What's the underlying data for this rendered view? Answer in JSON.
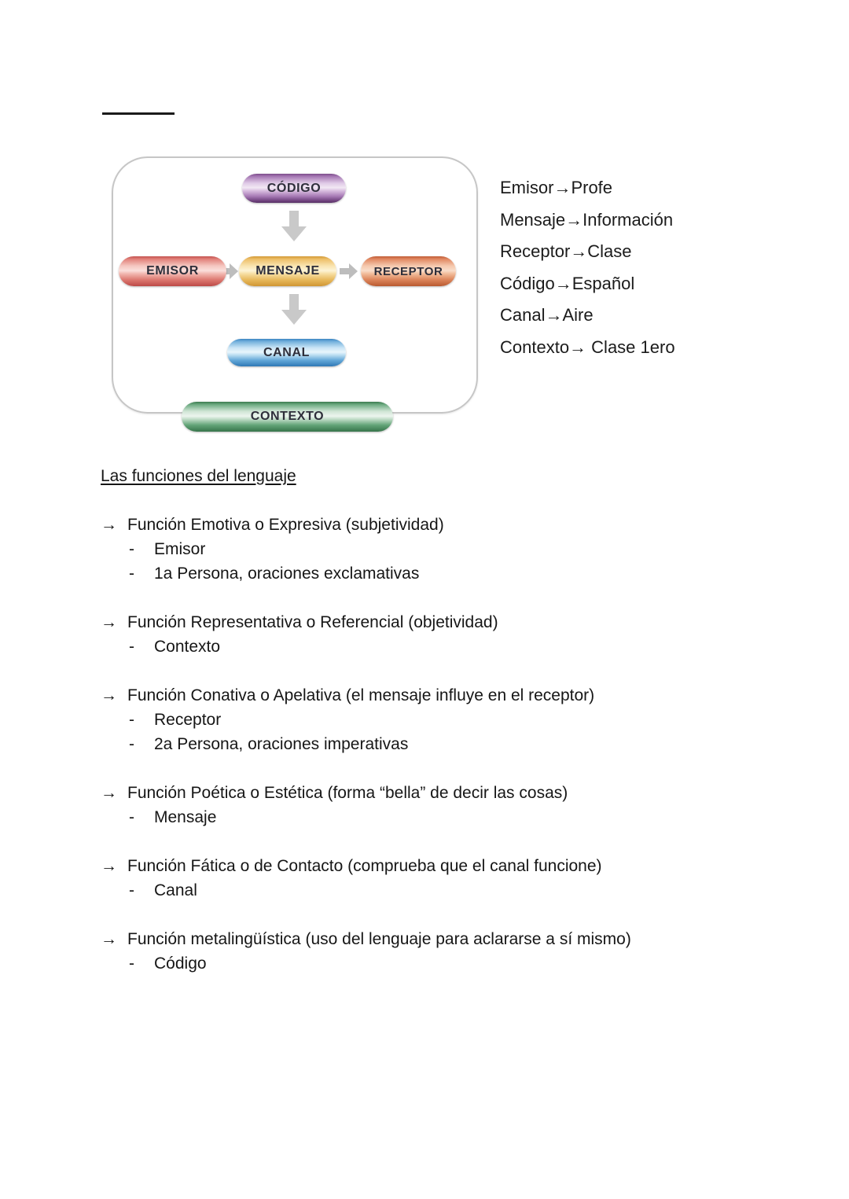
{
  "page": {
    "background": "#ffffff"
  },
  "diagram": {
    "border_color": "#c6c6c6",
    "arrow_color": "#c9c9c9",
    "nodes": {
      "codigo": {
        "label": "CÓDIGO",
        "color": "#8e5fa0"
      },
      "emisor": {
        "label": "EMISOR",
        "color": "#dd7a72"
      },
      "mensaje": {
        "label": "MENSAJE",
        "color": "#eec36a"
      },
      "receptor": {
        "label": "RECEPTOR",
        "color": "#dd865c"
      },
      "canal": {
        "label": "CANAL",
        "color": "#63a7d8"
      },
      "contexto": {
        "label": "CONTEXTO",
        "color": "#63a478"
      }
    }
  },
  "legend": {
    "lines": [
      "Emisor→Profe",
      "Mensaje→Información",
      "Receptor→Clase",
      "Código→Español",
      "Canal→Aire",
      "Contexto→ Clase 1ero"
    ]
  },
  "functions_section": {
    "heading": "Las funciones del lenguaje",
    "arrow_marker": "→",
    "dash_marker": "-",
    "items": [
      {
        "title": "Función Emotiva o Expresiva (subjetividad)",
        "subitems": [
          "Emisor",
          "1a Persona, oraciones exclamativas"
        ]
      },
      {
        "title": "Función Representativa o Referencial (objetividad)",
        "subitems": [
          "Contexto"
        ]
      },
      {
        "title": "Función Conativa o Apelativa (el mensaje influye en el receptor)",
        "subitems": [
          "Receptor",
          "2a Persona, oraciones imperativas"
        ]
      },
      {
        "title": "Función Poética o Estética (forma “bella” de decir las cosas)",
        "subitems": [
          "Mensaje"
        ]
      },
      {
        "title": "Función Fática o de Contacto (comprueba que el canal funcione)",
        "subitems": [
          "Canal"
        ]
      },
      {
        "title": "Función metalingüística (uso del lenguaje para aclararse a sí mismo)",
        "subitems": [
          "Código"
        ]
      }
    ]
  }
}
